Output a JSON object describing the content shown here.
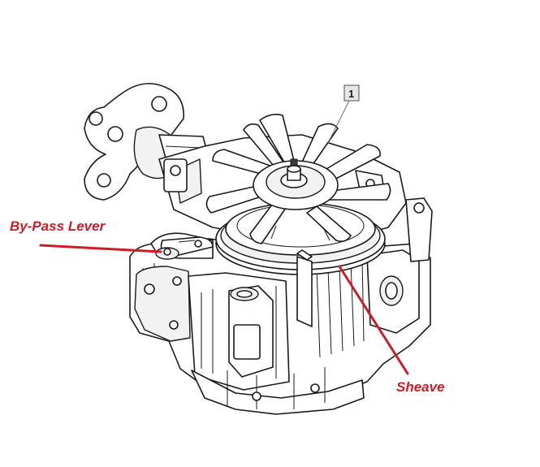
{
  "labels": {
    "bypass_lever": "By-Pass Lever",
    "sheave": "Sheave",
    "reference_number": "1"
  },
  "colors": {
    "callout": "#cc1e28",
    "line_art": "#1a1a1a",
    "background": "#ffffff",
    "ref_box_fill": "#e6e6e6"
  }
}
